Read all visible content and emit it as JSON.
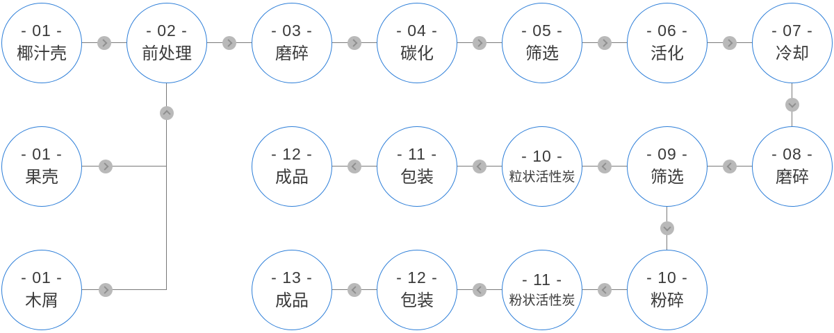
{
  "diagram": {
    "colors": {
      "circle_border": "#2b7dd8",
      "line": "#787878",
      "arrow_bg": "#b9b9b9",
      "arrow_chevron": "#8f8f8f",
      "text": "#3a3a3a",
      "background": "#ffffff"
    },
    "nodes": [
      {
        "step": "- 01 -",
        "label": "椰汁壳"
      },
      {
        "step": "- 02 -",
        "label": "前处理"
      },
      {
        "step": "- 03 -",
        "label": "磨碎"
      },
      {
        "step": "- 04 -",
        "label": "碳化"
      },
      {
        "step": "- 05 -",
        "label": "筛选"
      },
      {
        "step": "- 06 -",
        "label": "活化"
      },
      {
        "step": "- 07 -",
        "label": "冷却"
      },
      {
        "step": "- 01 -",
        "label": "果壳"
      },
      {
        "step": "- 12 -",
        "label": "成品"
      },
      {
        "step": "- 11 -",
        "label": "包装"
      },
      {
        "step": "- 10 -",
        "label": "粒状活性炭"
      },
      {
        "step": "- 09 -",
        "label": "筛选"
      },
      {
        "step": "- 08 -",
        "label": "磨碎"
      },
      {
        "step": "- 01 -",
        "label": "木屑"
      },
      {
        "step": "- 13 -",
        "label": "成品"
      },
      {
        "step": "- 12 -",
        "label": "包装"
      },
      {
        "step": "- 11 -",
        "label": "粉状活性炭"
      },
      {
        "step": "- 10 -",
        "label": "粉碎"
      }
    ],
    "edges": [
      {
        "from": 0,
        "to": 1
      },
      {
        "from": 1,
        "to": 2
      },
      {
        "from": 2,
        "to": 3
      },
      {
        "from": 3,
        "to": 4
      },
      {
        "from": 4,
        "to": 5
      },
      {
        "from": 5,
        "to": 6
      },
      {
        "from": 6,
        "to": 12
      },
      {
        "from": 12,
        "to": 11
      },
      {
        "from": 11,
        "to": 10
      },
      {
        "from": 10,
        "to": 9
      },
      {
        "from": 9,
        "to": 8
      },
      {
        "from": 11,
        "to": 17
      },
      {
        "from": 17,
        "to": 16
      },
      {
        "from": 16,
        "to": 15
      },
      {
        "from": 15,
        "to": 14
      },
      {
        "from": 7,
        "to": 1
      },
      {
        "from": 13,
        "to": 1
      }
    ]
  }
}
